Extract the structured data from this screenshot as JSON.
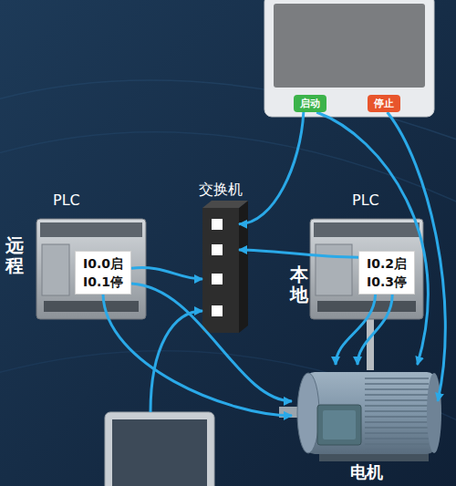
{
  "diagram": {
    "nodes": [
      {
        "text": [
          "启动"
        ]
      },
      {
        "text": [
          "停止"
        ]
      },
      {
        "text": [
          "交换机"
        ]
      },
      {
        "text": [
          "PLC",
          "远程"
        ]
      },
      {
        "text": [
          "I0.0启",
          "I0.1停"
        ],
        "in": 3
      },
      {
        "text": [
          "PLC",
          "本地"
        ]
      },
      {
        "text": [
          "I0.2启",
          "I0.3停"
        ],
        "in": 5
      },
      {
        "text": [
          "电机"
        ]
      }
    ],
    "edges": [
      {
        "from": 0,
        "to": 2,
        "arrow": "to"
      },
      {
        "from": 0,
        "to": 7,
        "arrow": "to"
      },
      {
        "from": 1,
        "to": 7,
        "arrow": "to"
      },
      {
        "from": 4,
        "to": 2,
        "arrow": "to"
      },
      {
        "from": 4,
        "to": 7,
        "arrow": "to"
      },
      {
        "from": 4,
        "to": 7,
        "arrow": "to"
      },
      {
        "from": 6,
        "to": 2,
        "arrow": "to"
      },
      {
        "from": 6,
        "to": 7,
        "arrow": "to"
      },
      {
        "from": 6,
        "to": 7,
        "arrow": "to"
      }
    ]
  }
}
